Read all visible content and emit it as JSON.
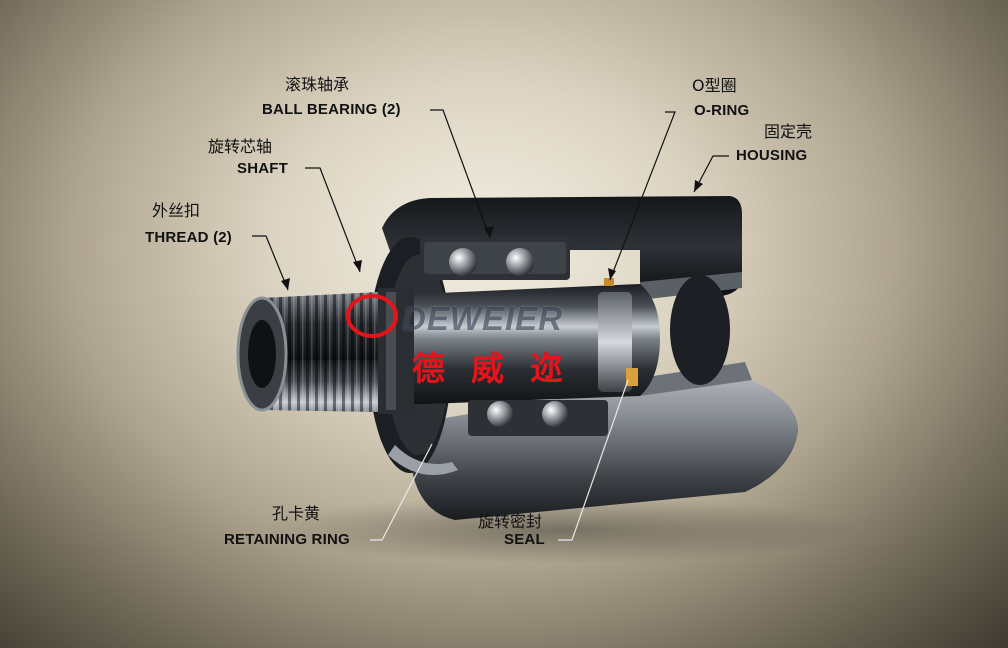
{
  "labels": {
    "ball_bearing": {
      "cn": "滚珠轴承",
      "en": "BALL BEARING (2)"
    },
    "o_ring": {
      "cn": "O型圈",
      "en": "O-RING"
    },
    "housing": {
      "cn": "固定壳",
      "en": "HOUSING"
    },
    "shaft": {
      "cn": "旋转芯轴",
      "en": "SHAFT"
    },
    "thread": {
      "cn": "外丝扣",
      "en": "THREAD (2)"
    },
    "retaining_ring": {
      "cn": "孔卡黄",
      "en": "RETAINING RING"
    },
    "seal": {
      "cn": "旋转密封",
      "en": "SEAL"
    }
  },
  "brand": {
    "name_en": "DEWEIER",
    "name_cn": "德威迩"
  },
  "colors": {
    "brand_red": "#e4141b",
    "label_text": "#111111",
    "metal_dark": "#2a2e33",
    "metal_light": "#c9ccd0"
  }
}
